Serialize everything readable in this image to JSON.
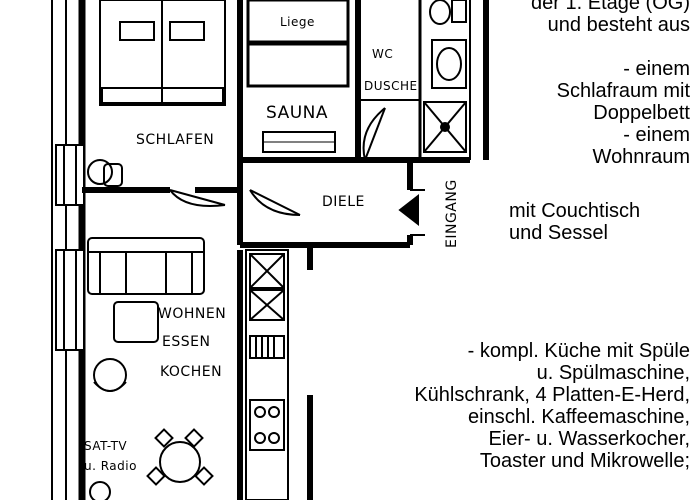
{
  "plan_labels": {
    "liege": "Liege",
    "wc": "WC",
    "dusche": "DUSCHE",
    "sauna": "SAUNA",
    "schlafen": "SCHLAFEN",
    "diele": "DIELE",
    "eingang": "EINGANG",
    "wohnen": "WOHNEN",
    "essen": "ESSEN",
    "kochen": "KOCHEN",
    "sat_tv": "SAT-TV",
    "radio": "u. Radio"
  },
  "description": {
    "top_lines": [
      "der 1. Etage (OG)",
      "und besteht aus"
    ],
    "right_lines": [
      "- einem",
      "Schlafraum mit",
      "Doppelbett",
      "- einem",
      "Wohnraum"
    ],
    "mid_lines": [
      "mit Couchtisch",
      "und Sessel"
    ],
    "bottom_lines": [
      "- kompl. Küche mit Spüle",
      "u. Spülmaschine,",
      "Kühlschrank, 4 Platten-E-Herd,",
      "einschl. Kaffeemaschine,",
      "Eier- u. Wasserkocher,",
      "Toaster und Mikrowelle;"
    ]
  },
  "colors": {
    "ink": "#000000",
    "paper": "#ffffff"
  }
}
